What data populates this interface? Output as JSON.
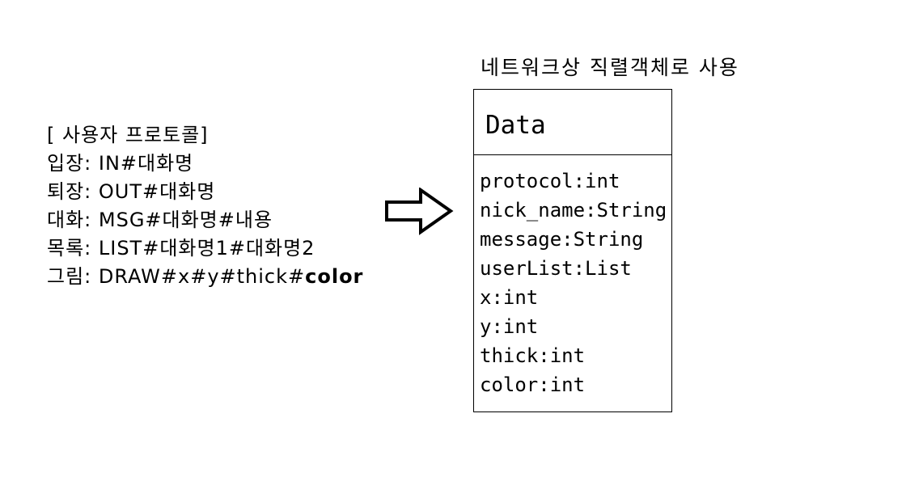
{
  "protocol": {
    "heading": "[ 사용자 프로토콜]",
    "lines": [
      "입장: IN#대화명",
      "퇴장: OUT#대화명",
      "대화: MSG#대화명#내용",
      "목록: LIST#대화명1#대화명2"
    ],
    "draw_prefix": "그림: DRAW#x#y#thick#",
    "draw_suffix": "color"
  },
  "serialization_note": "네트워크상 직렬객체로 사용",
  "arrow_icon": "right-arrow-icon",
  "class_box": {
    "name": "Data",
    "attributes": [
      "protocol:int",
      "nick_name:String",
      "message:String",
      "userList:List",
      "x:int",
      "y:int",
      "thick:int",
      "color:int"
    ]
  }
}
